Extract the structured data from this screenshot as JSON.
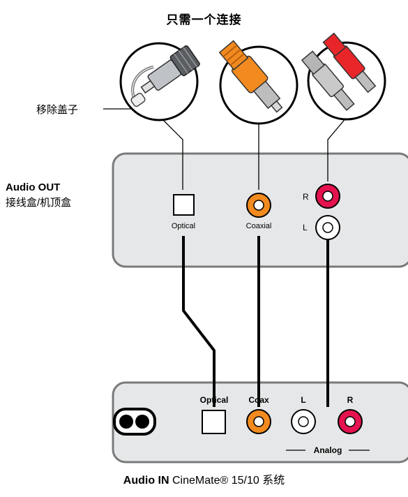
{
  "title": "只需一个连接",
  "remove_cap": "移除盖子",
  "source": {
    "name": "Audio OUT",
    "desc": "接线盒/机顶盒",
    "optical_label": "Optical",
    "coaxial_label": "Coaxial",
    "right_label": "R",
    "left_label": "L"
  },
  "dest": {
    "optical_label": "Optical",
    "coax_label": "Coax",
    "left_label": "L",
    "right_label": "R",
    "analog_label": "Analog"
  },
  "footer": {
    "bold": "Audio IN",
    "rest": " CineMate® 15/10 系统"
  },
  "colors": {
    "orange": "#f28a1f",
    "red": "#e4134f",
    "panel_fill": "#e6e7e8",
    "panel_stroke": "#7a7a7a"
  },
  "icons": [
    "optical-plug-icon",
    "coaxial-plug-icon",
    "rca-plugs-icon",
    "power-socket-icon"
  ]
}
